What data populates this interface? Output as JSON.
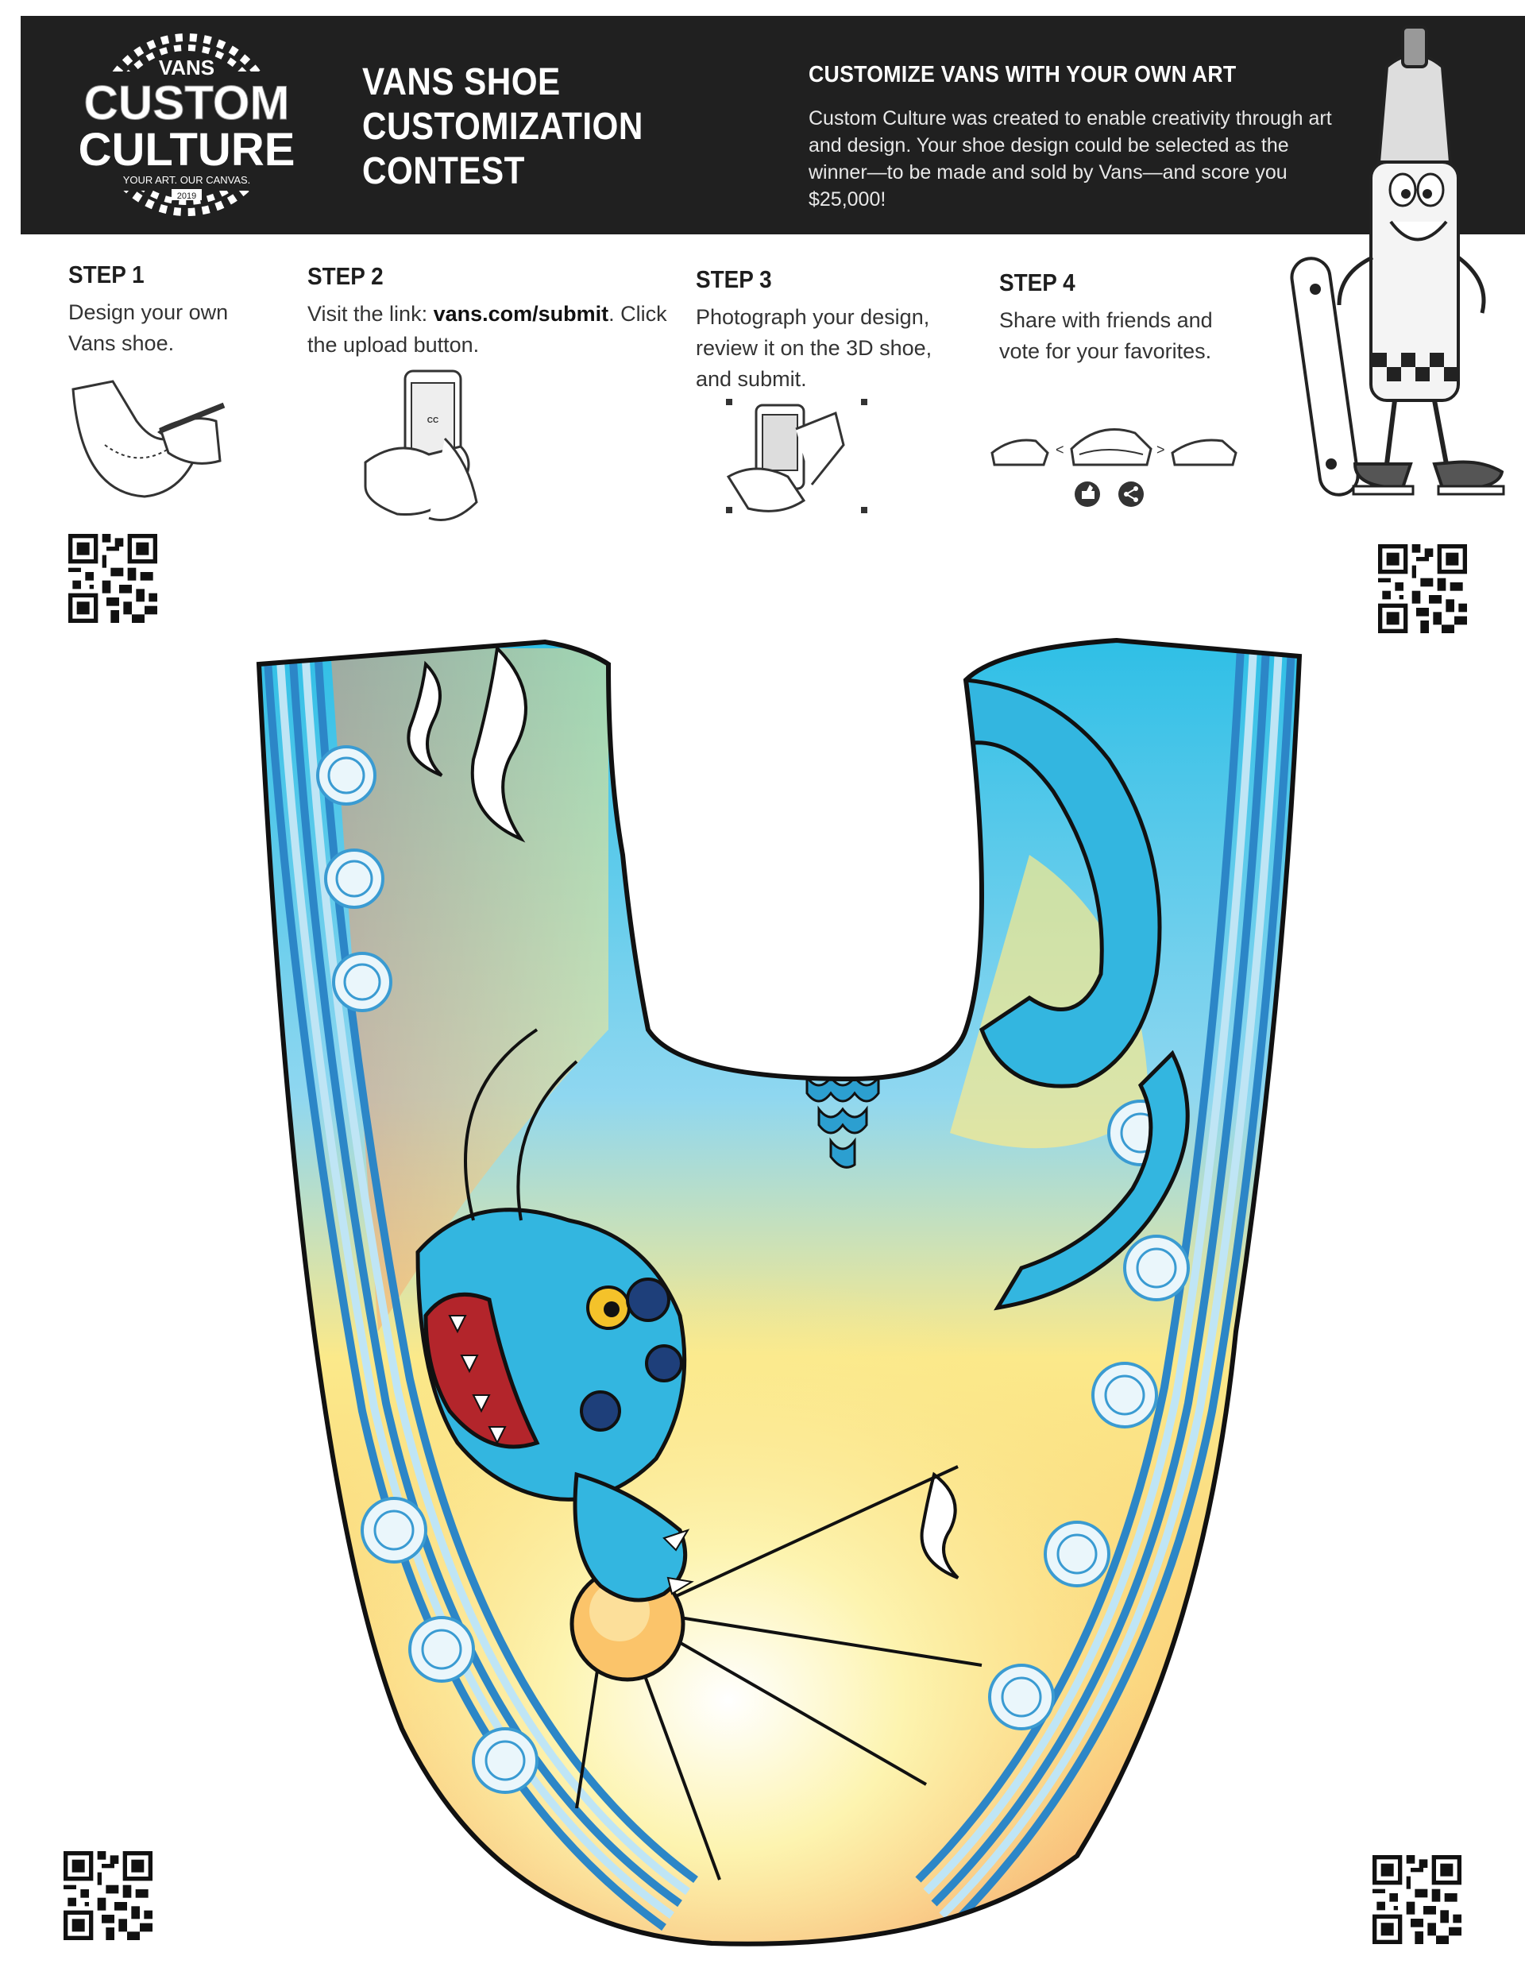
{
  "logo": {
    "brand": "VANS",
    "line1": "CUSTOM",
    "line2": "CULTURE",
    "tagline": "YOUR ART. OUR CANVAS.",
    "year": "2019"
  },
  "header": {
    "title_lines": [
      "VANS SHOE",
      "CUSTOMIZATION",
      "CONTEST"
    ],
    "promo_heading": "CUSTOMIZE VANS WITH YOUR OWN ART",
    "promo_body": "Custom Culture was created to enable creativity through art and design. Your shoe design could be selected as the winner—to be made and sold by Vans—and score you $25,000!"
  },
  "steps": [
    {
      "title": "STEP 1",
      "text": "Design your own Vans shoe."
    },
    {
      "title": "STEP 2",
      "text_prefix": "Visit the link: ",
      "link": "vans.com/submit",
      "text_suffix": ". Click the upload button."
    },
    {
      "title": "STEP 3",
      "text": "Photograph your design, review it on the 3D shoe, and submit."
    },
    {
      "title": "STEP 4",
      "text": "Share with friends and vote for your favorites."
    }
  ],
  "colors": {
    "banner": "#202020",
    "sky_blue": "#2fbfe6",
    "sky_light": "#8fd7f0",
    "sunset_yellow": "#fbe98a",
    "sunset_orange": "#f59a6a",
    "dragon_blue": "#33b6e0",
    "mouth_red": "#b3252b"
  },
  "icons": [
    "qr-code-icon",
    "pencil-icon",
    "phone-icon",
    "shoe-icon",
    "thumbs-up-icon",
    "share-icon"
  ]
}
